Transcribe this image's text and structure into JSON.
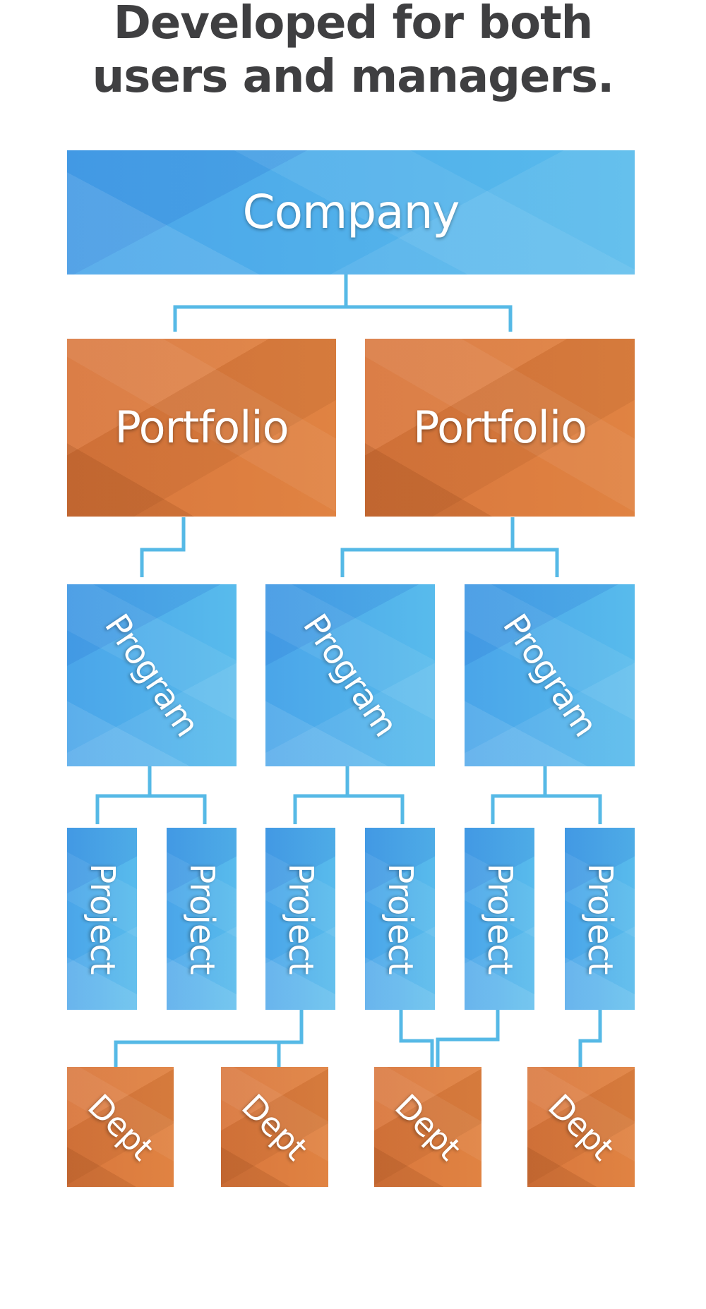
{
  "header": {
    "line1": "Developed for both",
    "line2": "users and managers."
  },
  "colors": {
    "blue_node": "#4aa5e9",
    "orange_node": "#d9773d",
    "connector": "#56b9e6",
    "headline": "#3f3f41"
  },
  "diagram": {
    "company": "Company",
    "portfolios": [
      "Portfolio",
      "Portfolio"
    ],
    "programs": [
      "Program",
      "Program",
      "Program"
    ],
    "projects": [
      "Project",
      "Project",
      "Project",
      "Project",
      "Project",
      "Project"
    ],
    "depts": [
      "Dept",
      "Dept",
      "Dept",
      "Dept"
    ]
  }
}
